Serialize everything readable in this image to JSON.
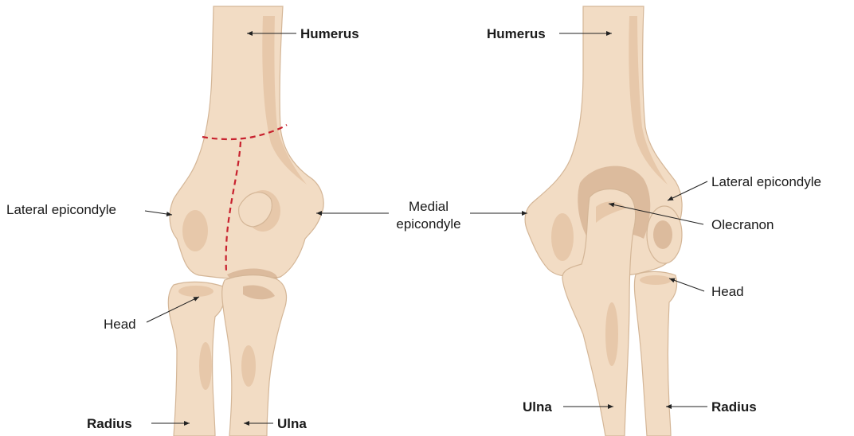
{
  "anterior_view": {
    "labels": {
      "humerus": "Humerus",
      "lateral_epicondyle": "Lateral epicondyle",
      "medial_epicondyle_line1": "Medial",
      "medial_epicondyle_line2": "epicondyle",
      "head": "Head",
      "radius": "Radius",
      "ulna": "Ulna"
    }
  },
  "posterior_view": {
    "labels": {
      "humerus": "Humerus",
      "lateral_epicondyle": "Lateral epicondyle",
      "olecranon": "Olecranon",
      "head": "Head",
      "ulna": "Ulna",
      "radius": "Radius"
    }
  },
  "colors": {
    "bone_fill": "#f2dcc4",
    "bone_outline": "#d4b697",
    "bone_shadow": "#e3c2a1",
    "fracture_line": "#c8212e",
    "label_text": "#1a1a1a",
    "leader_line": "#222222"
  }
}
